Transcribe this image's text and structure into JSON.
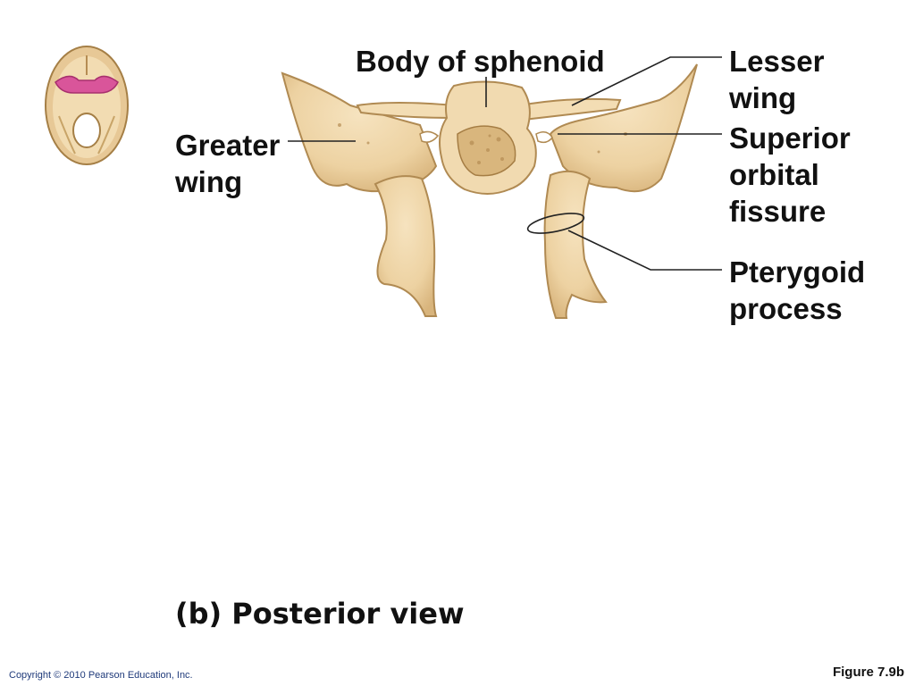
{
  "labels": {
    "body_of_sphenoid": "Body of sphenoid",
    "lesser_wing": "Lesser\nwing",
    "greater_wing": "Greater\nwing",
    "superior_orbital_fissure": "Superior\norbital\nfissure",
    "pterygoid_process": "Pterygoid\nprocess"
  },
  "view_title": "(b) Posterior view",
  "copyright": "Copyright © 2010 Pearson Education, Inc.",
  "figure_number": "Figure 7.9b",
  "colors": {
    "bone": "#edd2a2",
    "bone_shadow": "#c9a46a",
    "bone_dark": "#9c7a45",
    "highlight": "#d9559a",
    "leader_line": "#222222"
  },
  "icons": {
    "skull": "skull-base-thumbnail-icon"
  }
}
